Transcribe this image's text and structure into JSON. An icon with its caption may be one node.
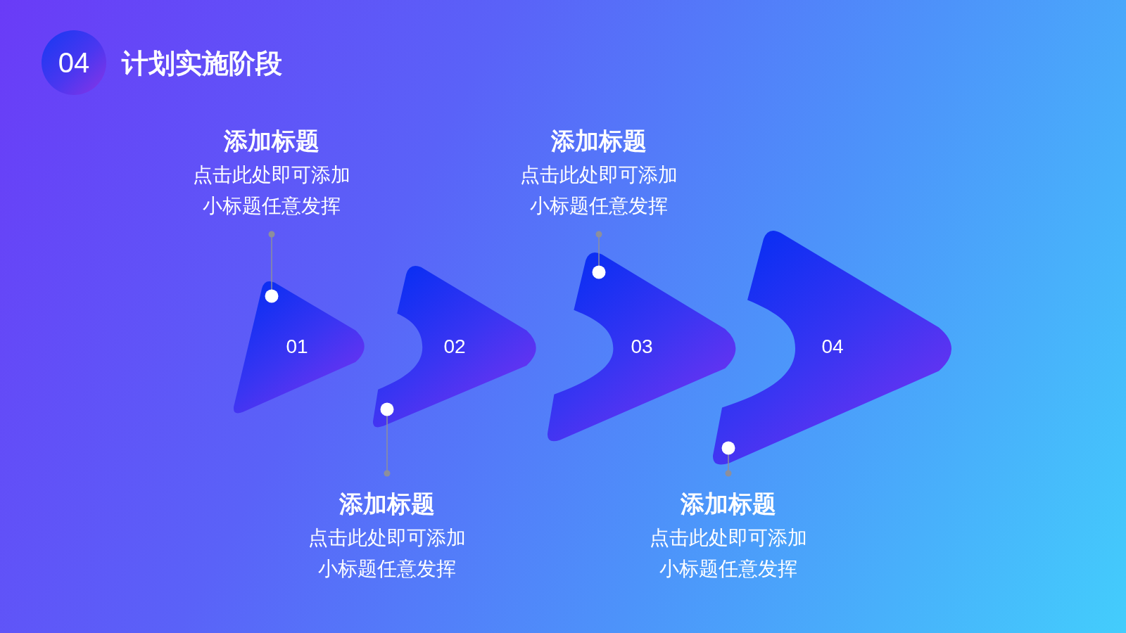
{
  "diagram": {
    "title": "计划实施阶段",
    "nodes": [
      {
        "text": [
          "04"
        ]
      },
      {
        "text": [
          "添加标题",
          "点击此处即可添加小标题任意发挥"
        ]
      },
      {
        "text": [
          "添加标题",
          "点击此处即可添加小标题任意发挥"
        ]
      },
      {
        "text": [
          "01"
        ]
      },
      {
        "text": [
          "02"
        ]
      },
      {
        "text": [
          "03"
        ]
      },
      {
        "text": [
          "04"
        ]
      },
      {
        "text": [
          "添加标题",
          "点击此处即可添加小标题任意发挥"
        ]
      },
      {
        "text": [
          "添加标题",
          "点击此处即可添加小标题任意发挥"
        ]
      }
    ],
    "edges": [
      {
        "from": 1,
        "to": 3,
        "arrow": "other"
      },
      {
        "from": 7,
        "to": 4,
        "arrow": "other"
      },
      {
        "from": 2,
        "to": 5,
        "arrow": "other"
      },
      {
        "from": 8,
        "to": 6,
        "arrow": "other"
      }
    ]
  }
}
